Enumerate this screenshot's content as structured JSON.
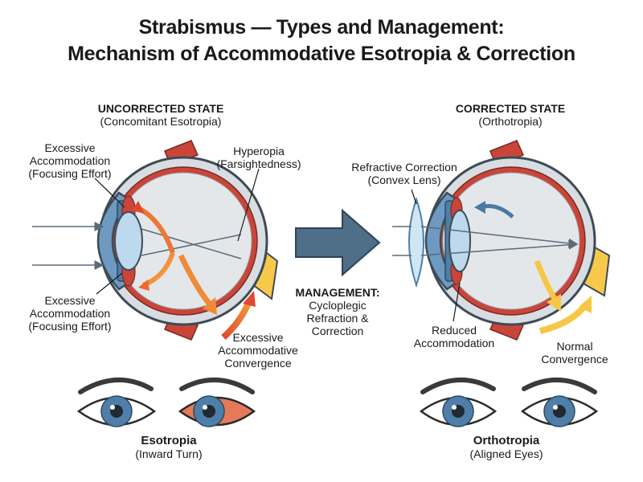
{
  "title": {
    "line1": "Strabismus — Types and Management:",
    "line2": "Mechanism of Accommodative Esotropia & Correction"
  },
  "uncorrected": {
    "heading": "UNCORRECTED STATE",
    "subheading": "(Concomitant Esotropia)",
    "label_accommodation_top_1": "Excessive",
    "label_accommodation_top_2": "Accommodation",
    "label_accommodation_top_3": "(Focusing Effort)",
    "label_hyperopia_1": "Hyperopia",
    "label_hyperopia_2": "(Farsightedness)",
    "label_accommodation_bottom_1": "Excessive",
    "label_accommodation_bottom_2": "Accommodation",
    "label_accommodation_bottom_3": "(Focusing Effort)",
    "label_convergence_1": "Excessive",
    "label_convergence_2": "Accommodative",
    "label_convergence_3": "Convergence",
    "eyes_caption": "Esotropia",
    "eyes_subcaption": "(Inward Turn)"
  },
  "management": {
    "heading": "MANAGEMENT:",
    "line1": "Cycloplegic",
    "line2": "Refraction &",
    "line3": "Correction"
  },
  "corrected": {
    "heading": "CORRECTED STATE",
    "subheading": "(Orthotropia)",
    "label_lens_1": "Refractive Correction",
    "label_lens_2": "(Convex Lens)",
    "label_reduced_1": "Reduced",
    "label_reduced_2": "Accommodation",
    "label_normal_1": "Normal",
    "label_normal_2": "Convergence",
    "eyes_caption": "Orthotropia",
    "eyes_subcaption": "(Aligned Eyes)"
  },
  "colors": {
    "sclera_outline": "#3d4b57",
    "ciliary_muscle": "#c9453a",
    "vitreous": "#e4e7ea",
    "iris": "#4f7fa8",
    "lens": "#bcd9ee",
    "optic_nerve": "#f7c94a",
    "arrow_red": "#e0492f",
    "arrow_orange": "#f39a3a",
    "arrow_blue": "#4b79a6",
    "arrow_yellow": "#f6c744",
    "main_arrow": "#4f6e88"
  }
}
